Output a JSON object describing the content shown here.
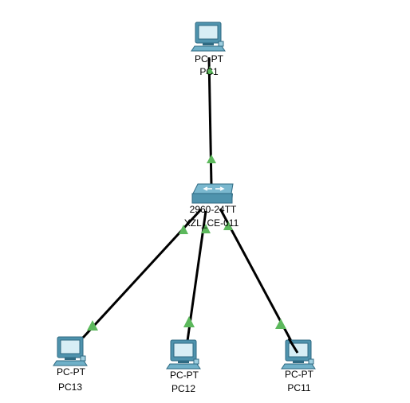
{
  "devices": [
    {
      "id": "pc1",
      "icon": "pc-icon",
      "model": "PC-PT",
      "name": "PC1"
    },
    {
      "id": "switch",
      "icon": "switch-icon",
      "model": "2960-24TT",
      "name": "XZL_CE-011"
    },
    {
      "id": "pc13",
      "icon": "pc-icon",
      "model": "PC-PT",
      "name": "PC13"
    },
    {
      "id": "pc12",
      "icon": "pc-icon",
      "model": "PC-PT",
      "name": "PC12"
    },
    {
      "id": "pc11",
      "icon": "pc-icon",
      "model": "PC-PT",
      "name": "PC11"
    }
  ],
  "links": [
    {
      "from": "switch",
      "to": "pc1",
      "status": "up"
    },
    {
      "from": "switch",
      "to": "pc13",
      "status": "up"
    },
    {
      "from": "switch",
      "to": "pc12",
      "status": "up"
    },
    {
      "from": "switch",
      "to": "pc11",
      "status": "up"
    }
  ],
  "colors": {
    "link": "#000000",
    "link_up": "#5cb85c",
    "device_body": "#4f93ad",
    "device_dark": "#2f6a82",
    "screen": "#ffffff"
  }
}
